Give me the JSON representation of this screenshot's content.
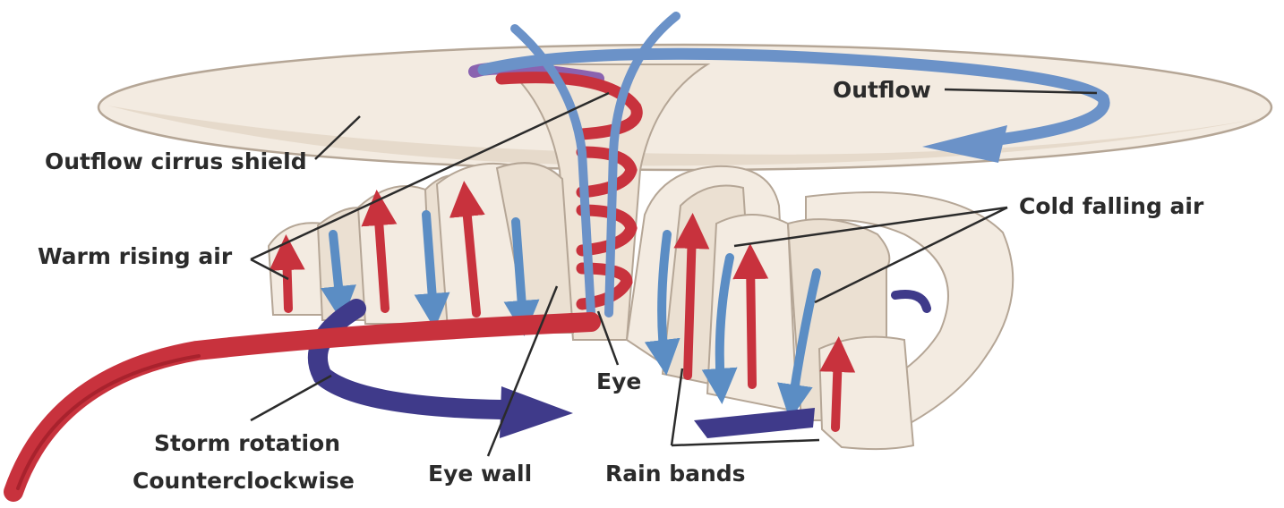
{
  "labels": {
    "outflow": "Outflow",
    "outflow_cirrus_shield": "Outflow cirrus shield",
    "cold_falling_air": "Cold falling air",
    "warm_rising_air": "Warm rising air",
    "eye": "Eye",
    "storm_rotation_line1": "Storm rotation",
    "storm_rotation_line2": "Counterclockwise",
    "eye_wall": "Eye wall",
    "rain_bands": "Rain bands"
  },
  "colors": {
    "cloud_fill": "#f3ebe1",
    "cloud_shade": "#e6dacb",
    "cloud_outline": "#b5a696",
    "warm_air": "#c8323d",
    "cold_air": "#5b8dc4",
    "storm_rotation": "#3f3a8a",
    "outflow_arrow": "#6b92c8",
    "outflow_purple": "#8a63b0",
    "leader_line": "#2b2b2b"
  }
}
